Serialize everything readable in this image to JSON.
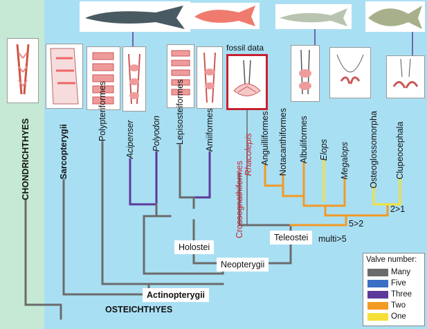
{
  "groups": {
    "chondrichthyes": "CHONDRICHTHYES",
    "osteichthyes": "OSTEICHTHYES",
    "actinopterygii": "Actinopterygii",
    "neopterygii": "Neopterygii",
    "holostei": "Holostei",
    "teleostei": "Teleostei"
  },
  "taxa": {
    "sarcopterygii": "Sarcopterygii",
    "polypteriformes": "Polypteriformes",
    "acipenser": "Acipenser",
    "polyodon": "Polyodon",
    "lepisosteiformes": "Lepisosteiformes",
    "amiiformes": "Amiiformes",
    "crossognathiformes": "Crossognathiformes",
    "rhacolepis": "Rhacolepis",
    "anguilliformes": "Anguilliformes",
    "notacanthiformes": "Notacanthiformes",
    "albuliformes": "Albuliformes",
    "elops": "Elops",
    "megalops": "Megalops",
    "osteoglossomorpha": "Osteoglossomorpha",
    "clupeocephala": "Clupeocephala"
  },
  "annotations": {
    "fossil_data": "fossil data",
    "transition_multi_5": "multi>5",
    "transition_5_2": "5>2",
    "transition_2_1": "2>1"
  },
  "legend": {
    "title": "Valve number:",
    "items": [
      {
        "label": "Many",
        "color": "#6b6b6b"
      },
      {
        "label": "Five",
        "color": "#3a6fc4"
      },
      {
        "label": "Three",
        "color": "#5b3a99"
      },
      {
        "label": "Two",
        "color": "#f39a25"
      },
      {
        "label": "One",
        "color": "#f5e03a"
      }
    ]
  },
  "colors": {
    "many": "#6b6b6b",
    "three": "#5b3a99",
    "two": "#f39a25",
    "one": "#f5e03a",
    "fossil": "#c8202f"
  }
}
